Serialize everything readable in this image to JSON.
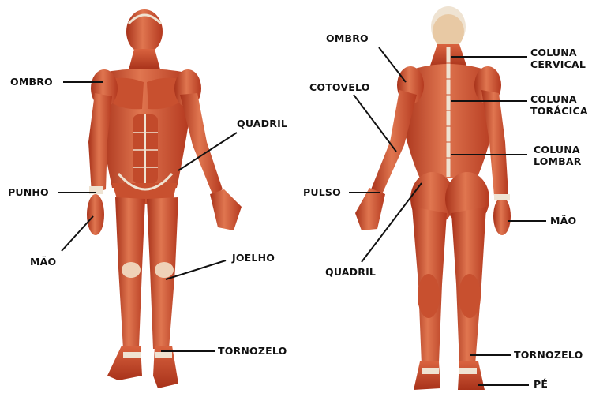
{
  "colors": {
    "muscle_dark": "#b4391f",
    "muscle_mid": "#d9633f",
    "muscle_light": "#eea47f",
    "tendon": "#efe3d2",
    "leader_line": "#111111",
    "label_text": "#111111",
    "background": "#ffffff"
  },
  "front_labels": {
    "ombro": "OMBRO",
    "quadril": "QUADRIL",
    "punho": "PUNHO",
    "mao": "MÃO",
    "joelho": "JOELHO",
    "tornozelo": "TORNOZELO"
  },
  "back_labels": {
    "ombro": "OMBRO",
    "coluna_cervical_1": "COLUNA",
    "coluna_cervical_2": "CERVICAL",
    "cotovelo": "COTOVELO",
    "coluna_toracica_1": "COLUNA",
    "coluna_toracica_2": "TORÁCICA",
    "coluna_lombar_1": "COLUNA",
    "coluna_lombar_2": "LOMBAR",
    "pulso": "PULSO",
    "mao": "MÃO",
    "quadril": "QUADRIL",
    "tornozelo": "TORNOZELO",
    "pe": "PÉ"
  }
}
